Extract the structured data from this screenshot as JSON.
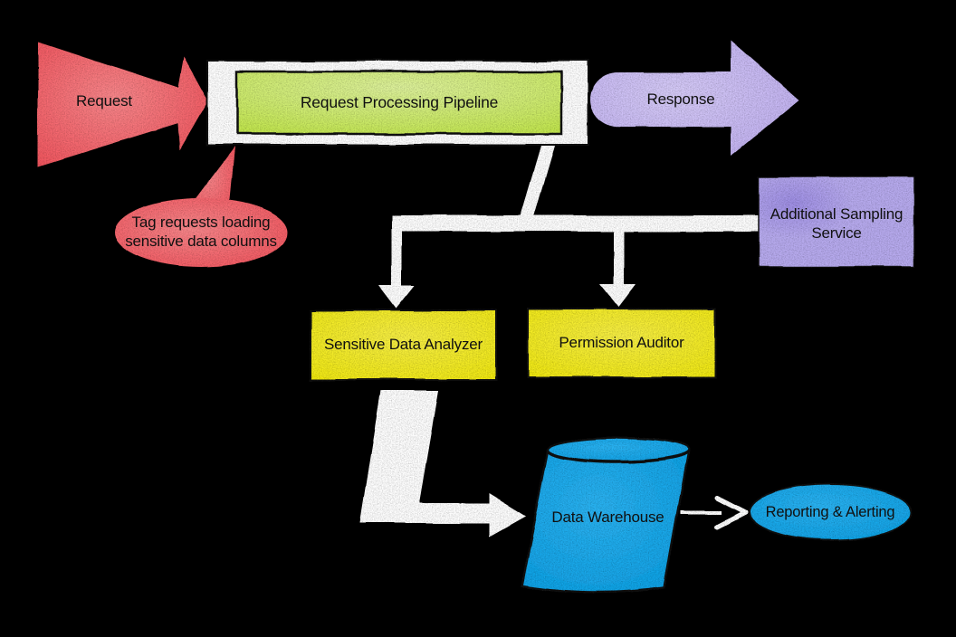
{
  "diagram": {
    "background": "#000000",
    "colors": {
      "request_red": "#f2565f",
      "request_red_light": "#f9878b",
      "pipeline_green": "#c3e74f",
      "pipeline_green_light": "#def29c",
      "response_lavender": "#c0aff1",
      "response_lavender_light": "#d6cbf8",
      "sampling_purple": "#b8abef",
      "sampling_purple_dark": "#9f8fe5",
      "service_yellow": "#f0e813",
      "service_yellow_light": "#f7ef45",
      "data_blue": "#119fe3",
      "data_blue_light": "#2cb3f2",
      "connector_white": "#ffffff",
      "frame_white": "#ffffff",
      "outline_black": "#141414",
      "label_text": "#101010"
    },
    "nodes": {
      "request_arrow": {
        "label": "Request"
      },
      "pipeline": {
        "label": "Request Processing Pipeline"
      },
      "response_arrow": {
        "label": "Response"
      },
      "callout": {
        "label": "Tag requests loading sensitive data columns"
      },
      "sampling_service": {
        "label": "Additional Sampling Service"
      },
      "sensitive_data_analyzer": {
        "label": "Sensitive Data Analyzer"
      },
      "permission_auditor": {
        "label": "Permission Auditor"
      },
      "data_warehouse": {
        "label": "Data Warehouse"
      },
      "reporting_alerting": {
        "label": "Reporting & Alerting"
      }
    }
  }
}
